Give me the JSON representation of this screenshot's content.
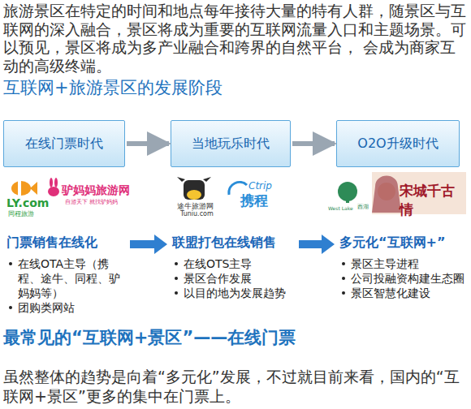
{
  "diagram": {
    "title": "互联网+旅游景区的发展阶段",
    "nodes": [
      {
        "text": [
          "在线门票时代"
        ]
      },
      {
        "text": [
          "当地玩乐时代"
        ]
      },
      {
        "text": [
          "O2O升级时代"
        ]
      }
    ],
    "edges": [
      {
        "from": 0,
        "to": 1,
        "arrow": "to"
      },
      {
        "from": 1,
        "to": 2,
        "arrow": "to"
      }
    ],
    "labels": [
      "旅游景区在特定的时间和地点每年接待大量的特有人群，随景区与互联网的深入融合，景区将成为重要的互联网流量入口和主题场景。可以预见，景区将成为多产业融合和跨界的自然平台， 会成为商家互动的高级终端。",
      "LY.com",
      "同程旅游",
      "驴妈妈旅游网",
      "自游天下 就找驴妈妈",
      "途牛旅游网",
      "Tuniu.com",
      "Ctrip",
      "携程",
      "West Lake",
      "西湖",
      "宋城千古情",
      "门票销售在线化",
      "在线OTA主导（携程、途牛、同程、驴妈妈等）",
      "团购类网站",
      "联盟打包在线销售",
      "在线OTS主导",
      "景区合作发展",
      "以目的地为发展趋势",
      "多元化“互联网+”",
      "景区主导进程",
      "公司投融资构建生态圈",
      "景区智慧化建设",
      "最常见的“互联网+景区”——在线门票",
      "虽然整体的趋势是向着“多元化”发展，不过就目前来看，国内的“互联网+景区”更多的集中在门票上。"
    ]
  }
}
